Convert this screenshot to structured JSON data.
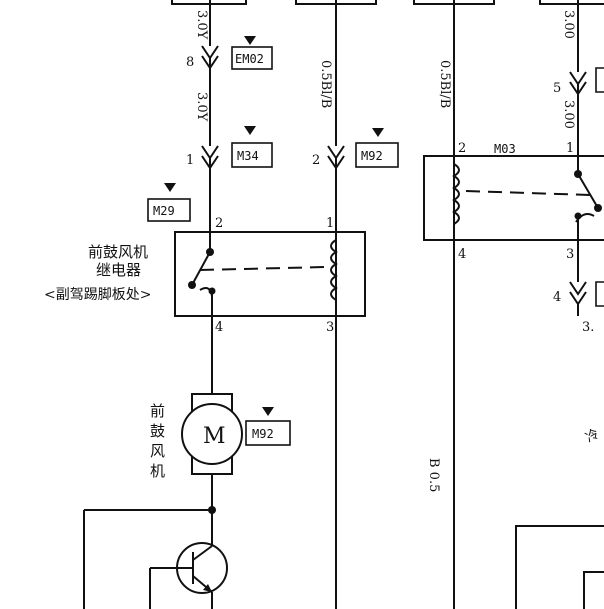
{
  "wire_labels": {
    "w1_top": "3.0Y",
    "w1_mid": "3.0Y",
    "w2": "0.5Bl/B",
    "w3": "0.5Bl/B",
    "w4_top": "3.00",
    "w4_mid": "3.00",
    "w4_bottom": "3.",
    "ground": "B 0.5"
  },
  "pins": {
    "p8": "8",
    "p1a": "1",
    "p2a": "2",
    "p5": "5",
    "p2b": "2",
    "p1b": "1",
    "p4b": "4",
    "p3b": "3",
    "p4c": "4",
    "r1_pin2": "2",
    "r1_pin1": "1",
    "r1_pin4": "4",
    "r1_pin3": "3"
  },
  "connectors": {
    "em02": "EM02",
    "m34": "M34",
    "m92a": "M92",
    "m29": "M29",
    "m92b": "M92",
    "m03": "M03"
  },
  "relay_label": {
    "line1": "前鼓风机",
    "line2": "继电器",
    "line3": "<副驾踢脚板处>"
  },
  "motor": {
    "symbol": "M",
    "label_chars": [
      "前",
      "鼓",
      "风",
      "机"
    ]
  },
  "misc": {
    "cold_char": "冷"
  }
}
